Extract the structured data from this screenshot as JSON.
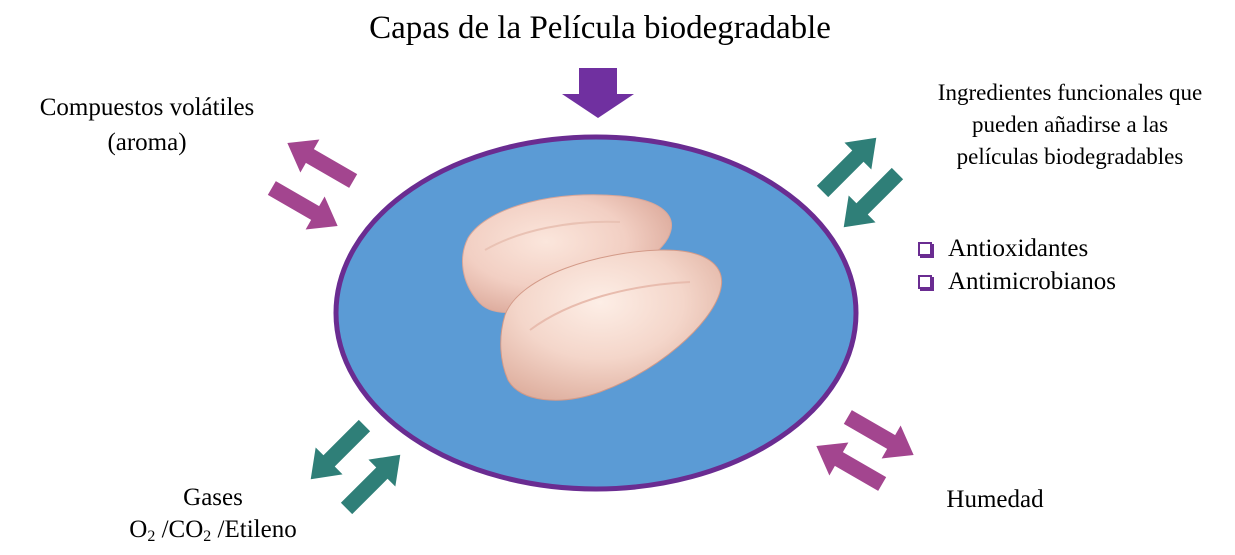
{
  "title": "Capas de la Película biodegradable",
  "labels": {
    "volatiles_line1": "Compuestos volátiles",
    "volatiles_line2": "(aroma)",
    "ingredients_line1": "Ingredientes funcionales que",
    "ingredients_line2": "pueden añadirse a las",
    "ingredients_line3": "películas biodegradables",
    "humidity": "Humedad",
    "gases_line1": "Gases",
    "gases_o": "O",
    "gases_o_sub": "2",
    "gases_co": " /CO",
    "gases_co_sub": "2",
    "gases_rest": " /Etileno"
  },
  "ingredients_list": [
    "Antioxidantes",
    "Antimicrobianos"
  ],
  "colors": {
    "film_fill": "#5b9bd5",
    "film_border": "#6a2c91",
    "arrow_purple_dark": "#7030a0",
    "arrow_magenta": "#a3458f",
    "arrow_teal": "#2f7f78",
    "chicken": "#f2cfc3"
  },
  "icons": {
    "title_arrow": "down-arrow-icon",
    "checkbox": "checkbox-icon"
  }
}
